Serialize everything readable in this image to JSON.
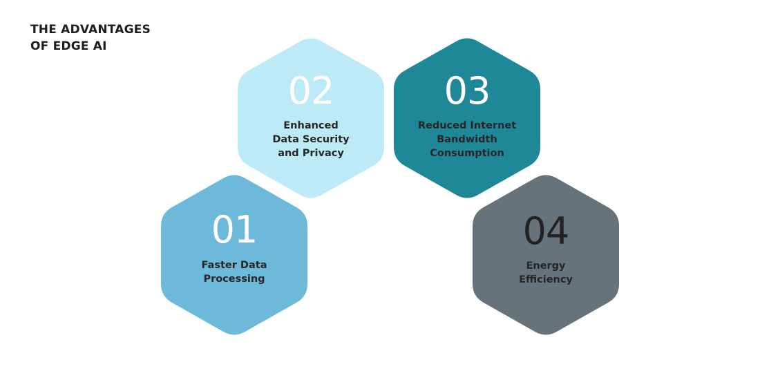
{
  "title": {
    "line1": "THE ADVANTAGES",
    "line2": "OF EDGE AI"
  },
  "hexagons": [
    {
      "number": "01",
      "lines": [
        "Faster Data",
        "Processing"
      ],
      "fill": "#6db9da",
      "number_color": "#ffffff"
    },
    {
      "number": "02",
      "lines": [
        "Enhanced",
        "Data Security",
        "and Privacy"
      ],
      "fill": "#bdeaf7",
      "number_color": "#ffffff"
    },
    {
      "number": "03",
      "lines": [
        "Reduced Internet",
        "Bandwidth",
        "Consumption"
      ],
      "fill": "#1f8898",
      "number_color": "#ffffff"
    },
    {
      "number": "04",
      "lines": [
        "Energy",
        "Efficiency"
      ],
      "fill": "#66737b",
      "number_color": "#222222"
    }
  ]
}
